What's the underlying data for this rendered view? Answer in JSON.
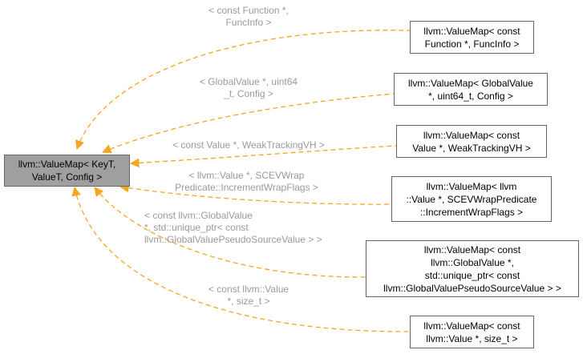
{
  "root": {
    "lines": [
      "llvm::ValueMap< KeyT,",
      "ValueT, Config >"
    ]
  },
  "nodes": [
    {
      "lines": [
        "llvm::ValueMap< const",
        "Function *, FuncInfo >"
      ],
      "edge_label": [
        "< const Function *,",
        "FuncInfo >"
      ]
    },
    {
      "lines": [
        "llvm::ValueMap< GlobalValue",
        "*, uint64_t, Config >"
      ],
      "edge_label": [
        "< GlobalValue *, uint64",
        "_t, Config >"
      ]
    },
    {
      "lines": [
        "llvm::ValueMap< const",
        "Value *, WeakTrackingVH >"
      ],
      "edge_label": [
        "< const Value *, WeakTrackingVH >"
      ]
    },
    {
      "lines": [
        "llvm::ValueMap< llvm",
        "::Value *, SCEVWrapPredicate",
        "::IncrementWrapFlags >"
      ],
      "edge_label": [
        "< llvm::Value *, SCEVWrap",
        "Predicate::IncrementWrapFlags >"
      ]
    },
    {
      "lines": [
        "llvm::ValueMap< const",
        "llvm::GlobalValue *,",
        "std::unique_ptr< const",
        "llvm::GlobalValuePseudoSourceValue > >"
      ],
      "edge_label": [
        "< const llvm::GlobalValue",
        "*, std::unique_ptr< const",
        "llvm::GlobalValuePseudoSourceValue > >"
      ]
    },
    {
      "lines": [
        "llvm::ValueMap< const",
        "llvm::Value *, size_t >"
      ],
      "edge_label": [
        "< const llvm::Value",
        "*, size_t >"
      ]
    }
  ],
  "colors": {
    "edge": "#f5a623",
    "root_fill": "#9f9f9f",
    "node_border": "#666666",
    "label_text": "#9a9a9a"
  }
}
